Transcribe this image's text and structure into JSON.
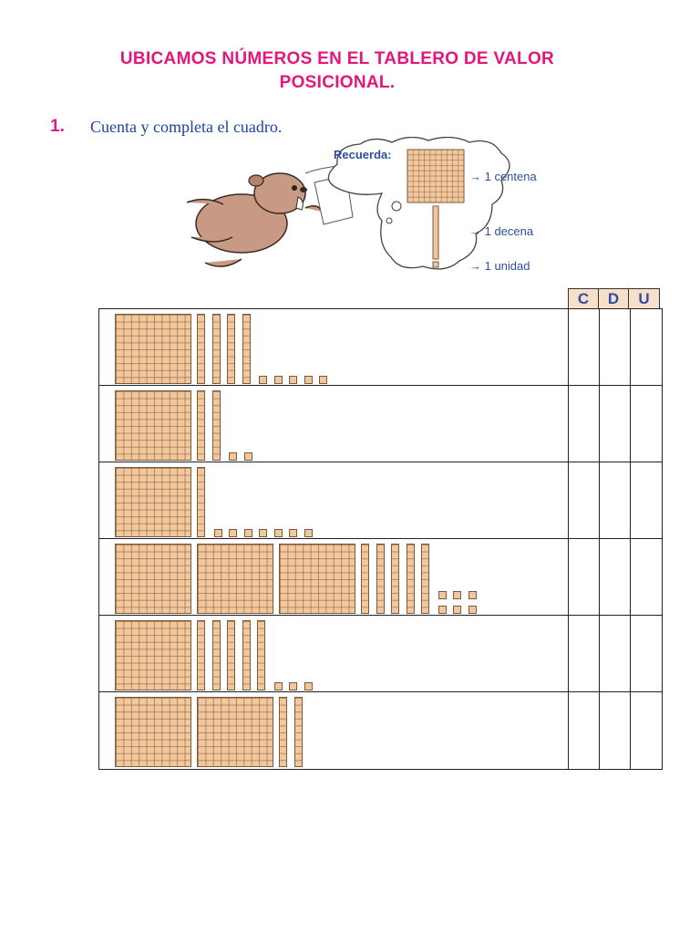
{
  "title_line1": "UBICAMOS NÚMEROS EN EL TABLERO DE VALOR",
  "title_line2": "POSICIONAL.",
  "exercise": {
    "number": "1.",
    "instruction": "Cuenta y completa el cuadro."
  },
  "reminder": {
    "heading": "Recuerda:",
    "centena": "→ 1 centena",
    "decena": "→ 1 decena",
    "unidad": "→ 1 unidad"
  },
  "columns": [
    "C",
    "D",
    "U"
  ],
  "block_color": "#f2c79b",
  "rows": [
    {
      "hundreds": 1,
      "tens": 4,
      "units": 5
    },
    {
      "hundreds": 1,
      "tens": 2,
      "units": 2
    },
    {
      "hundreds": 1,
      "tens": 1,
      "units": 7
    },
    {
      "hundreds": 3,
      "tens": 5,
      "units": 6
    },
    {
      "hundreds": 1,
      "tens": 5,
      "units": 3
    },
    {
      "hundreds": 2,
      "tens": 2,
      "units": 0
    }
  ]
}
